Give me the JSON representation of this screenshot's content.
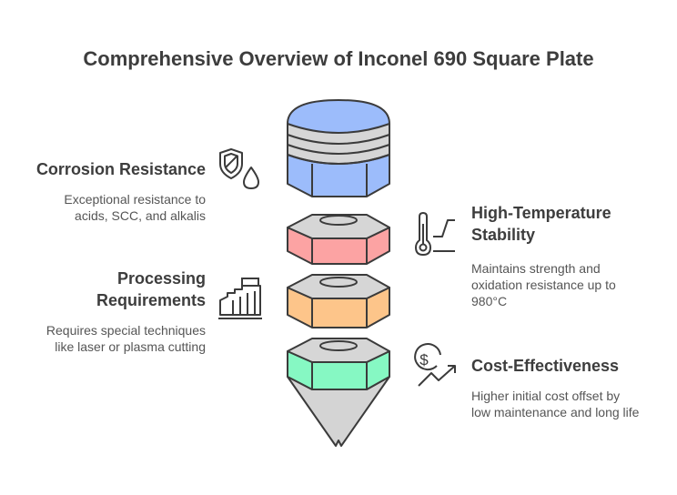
{
  "title": "Comprehensive Overview of Inconel 690 Square Plate",
  "items": [
    {
      "id": "corrosion",
      "heading": [
        "Corrosion Resistance"
      ],
      "description": [
        "Exceptional resistance to",
        "acids, SCC, and alkalis"
      ],
      "icon": "shield-drop-icon",
      "color": "#9cbcfb"
    },
    {
      "id": "temperature",
      "heading": [
        "High-Temperature",
        "Stability"
      ],
      "description": [
        "Maintains strength and",
        "oxidation resistance up to",
        "980°C"
      ],
      "icon": "thermometer-icon",
      "color": "#fca3a3"
    },
    {
      "id": "processing",
      "heading": [
        "Processing",
        "Requirements"
      ],
      "description": [
        "Requires special techniques",
        "like laser or plasma cutting"
      ],
      "icon": "factory-icon",
      "color": "#fdc58a"
    },
    {
      "id": "cost",
      "heading": [
        "Cost-Effectiveness"
      ],
      "description": [
        "Higher initial cost offset by",
        "low maintenance and long life"
      ],
      "icon": "dollar-growth-icon",
      "color": "#86f8c3"
    }
  ],
  "colors": {
    "outline": "#3b3b3b",
    "nut_top": "#d6d6d6",
    "nut_band": "#d6d6d6",
    "cone": "#d4d4d4",
    "text": "#3d3d3d"
  }
}
